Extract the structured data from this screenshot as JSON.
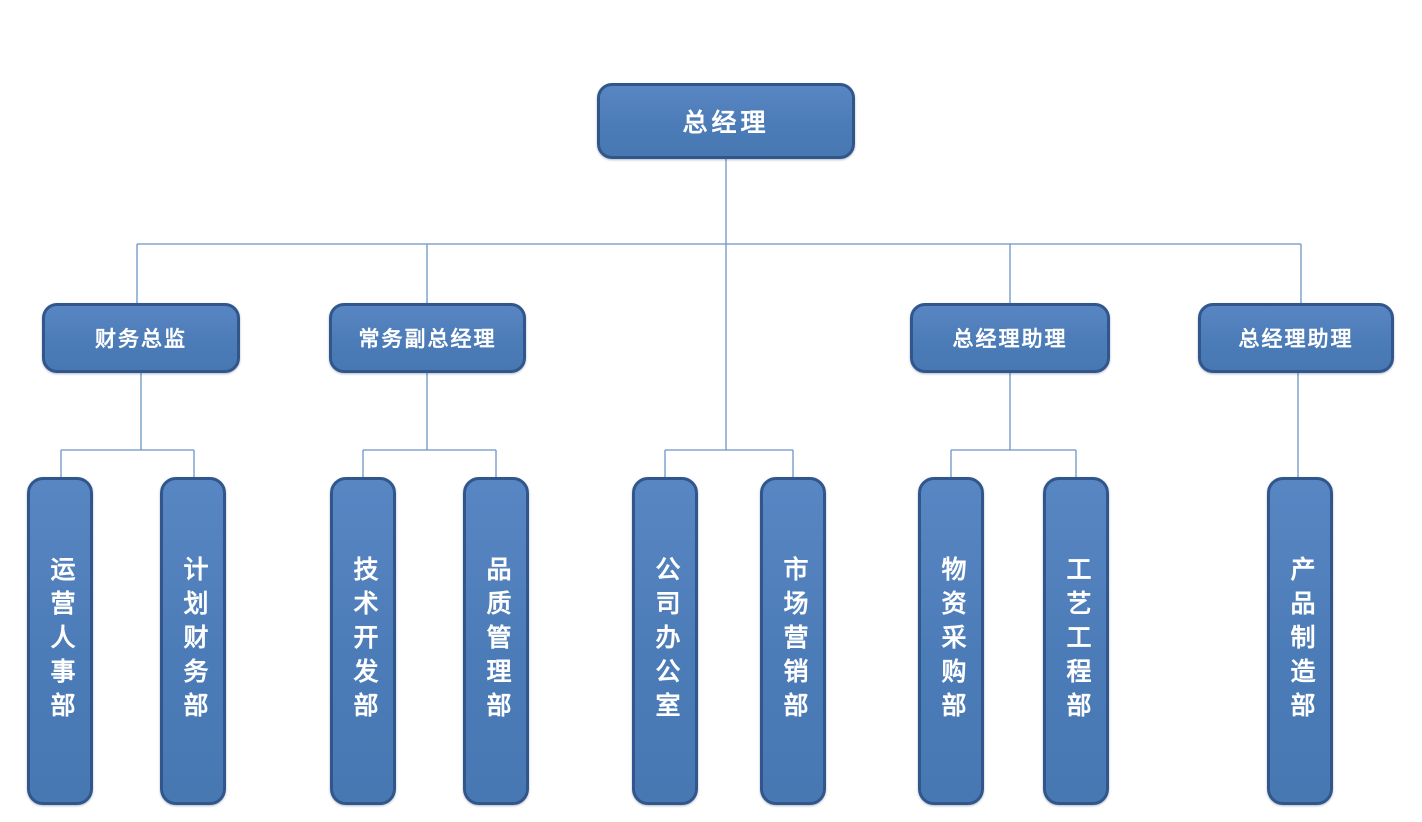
{
  "diagram": {
    "type": "org-chart",
    "root": {
      "label": "总经理",
      "direct_reports": [
        "财务总监",
        "常务副总经理",
        "总经理助理",
        "总经理助理",
        "公司办公室",
        "市场营销部"
      ]
    },
    "managers": [
      {
        "label": "财务总监",
        "reports": [
          "运营人事部",
          "计划财务部"
        ]
      },
      {
        "label": "常务副总经理",
        "reports": [
          "技术开发部",
          "品质管理部"
        ]
      },
      {
        "label": "总经理助理",
        "reports": [
          "物资采购部",
          "工艺工程部"
        ]
      },
      {
        "label": "总经理助理",
        "reports": [
          "产品制造部"
        ]
      }
    ],
    "departments": [
      {
        "label": "运营人事部"
      },
      {
        "label": "计划财务部"
      },
      {
        "label": "技术开发部"
      },
      {
        "label": "品质管理部"
      },
      {
        "label": "公司办公室"
      },
      {
        "label": "市场营销部"
      },
      {
        "label": "物资采购部"
      },
      {
        "label": "工艺工程部"
      },
      {
        "label": "产品制造部"
      }
    ]
  },
  "colors": {
    "node_fill": "#4c7cb8",
    "node_fill_top": "#5886c3",
    "node_border": "#31568c",
    "node_text": "#ffffff",
    "connector": "#6d94c5",
    "background": "#ffffff"
  }
}
